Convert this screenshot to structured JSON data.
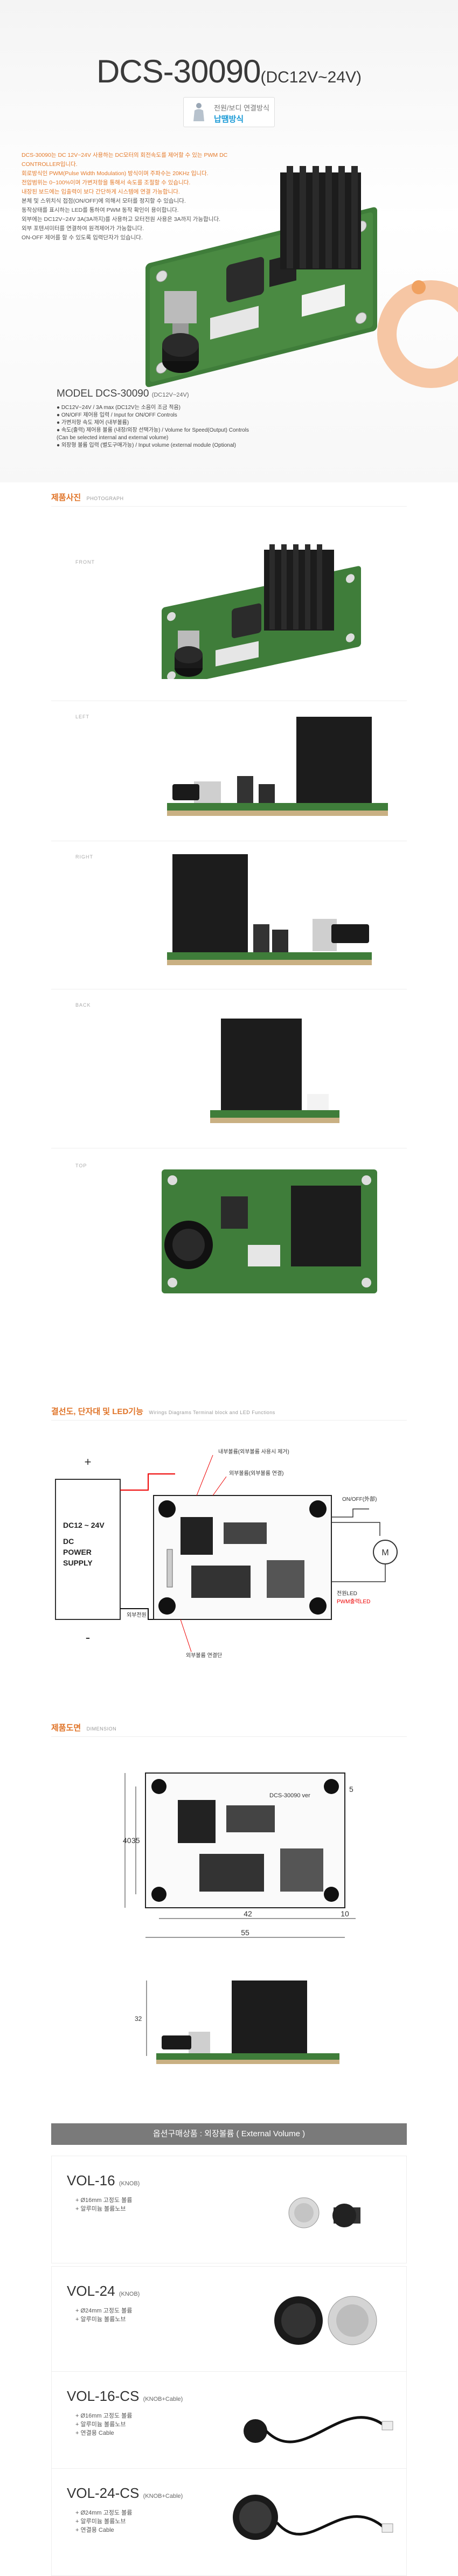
{
  "hero": {
    "title_main": "DCS-30090",
    "title_sub": "(DC12V~24V)",
    "badge_line1": "전원/보디 연결방식",
    "badge_line2": "납땜방식",
    "desc_orange": [
      "DCS-30090는 DC 12V~24V 사용하는 DC모터의 회전속도를 제어할 수 있는 PWM DC CONTROLLER입니다.",
      "회로방식인 PWM(Pulse Width Modulation) 방식이며 주파수는 20KHz 입니다.",
      "전압범위는 0~100%이며 가변저항을 통해서 속도를 조절할 수 있습니다.",
      "내장된 보드에는 입출력이 보다 간단하게 시스템에 연결 가능합니다."
    ],
    "desc_dark": [
      "본체 및 스위치식 접점(ON/OFF)에 의해서 모터를 정지할 수 있습니다.",
      "동작상태를 표시하는 LED를 통하여 PWM 동작 확인이 용이합니다.",
      "외부에는 DC12V~24V 3A(3A까지)를 사용하고 모터전원 사용은 3A까지 가능합니다.",
      "외부 포텐셔미터를 연결하여 원격제어가 가능합니다.",
      "ON-OFF 제어를 할 수 있도록 입력단자가 있습니다."
    ],
    "model": "MODEL  DCS-30090",
    "model_sub": "(DC12V~24V)",
    "features": [
      "● DC12V~24V / 3A max (DC12V는 소음이 조금 적음)",
      "● ON/OFF 제어용 입력 / Input for ON/OFF Controls",
      "● 가변저항 속도 제어 (내부볼륨)",
      "● 속도(출력) 제어용 볼륨 (내장/외장 선택가능) / Volume for Speed(Output) Controls",
      "  (Can be selected internal and external volume)",
      "● 외장형 볼륨 입력 (별도구매가능) / Input volume (external module (Optional)"
    ]
  },
  "sections": {
    "photo_title": "제품사진",
    "photo_sub": "PHOTOGRAPH",
    "wiring_title": "결선도, 단자대 및 LED기능",
    "wiring_sub": "Wirings Diagrams Terminal block and LED Functions",
    "dim_title": "제품도면",
    "dim_sub": "DIMENSION"
  },
  "photo_labels": {
    "front": "FRONT",
    "left": "LEFT",
    "right": "RIGHT",
    "back": "BACK",
    "top": "TOP"
  },
  "wiring": {
    "supply_l1": "DC12 ~ 24V",
    "supply_l2": "DC",
    "supply_l3": "POWER",
    "supply_l4": "SUPPLY",
    "plus": "+",
    "minus": "-",
    "ext_vol": "내부볼륨(외부볼륨 사용시 제거)",
    "ext_note": "외부볼륨(외부볼륨 연결)",
    "on_off": "ON/OFF(外部)",
    "power_led": "전원LED",
    "pwm_led": "PWM출력LED",
    "gnd": "외부볼륨 연결단",
    "inner": "외부전원",
    "motor": "M"
  },
  "dimension": {
    "w_top": "42",
    "w_right": "10",
    "w_total": "55",
    "h_left_1": "40",
    "h_left_2": "35",
    "h_right": "5",
    "h_side": "32",
    "board_label": "DCS-30090 ver"
  },
  "options": {
    "heading": "옵션구매상품 : 외장볼륨 ( External Volume )",
    "items": [
      {
        "name": "VOL-16",
        "tag": "(KNOB)",
        "lines": [
          "+ Ø16mm 고정도 볼륨",
          "+ 알루미늄 볼륨노브"
        ]
      },
      {
        "name": "VOL-24",
        "tag": "(KNOB)",
        "lines": [
          "+ Ø24mm 고정도 볼륨",
          "+ 알루미늄 볼륨노브"
        ]
      },
      {
        "name": "VOL-16-CS",
        "tag": "(KNOB+Cable)",
        "lines": [
          "+ Ø16mm 고정도 볼륨",
          "+ 알루미늄 볼륨노브",
          "+ 연결용 Cable"
        ]
      },
      {
        "name": "VOL-24-CS",
        "tag": "(KNOB+Cable)",
        "lines": [
          "+ Ø24mm 고정도 볼륨",
          "+ 알루미늄 볼륨노브",
          "+ 연결용 Cable"
        ]
      }
    ]
  },
  "colors": {
    "accent": "#e07428",
    "pcb": "#3a7a3a",
    "heatsink": "#1c1c1c"
  }
}
